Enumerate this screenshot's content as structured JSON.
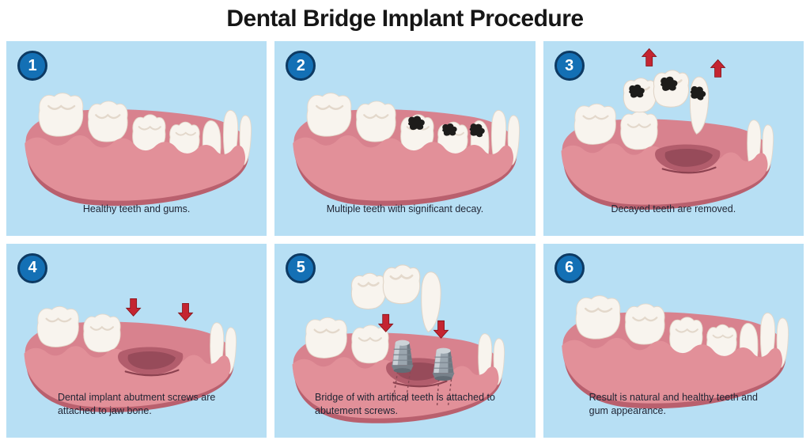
{
  "title": "Dental Bridge Implant Procedure",
  "steps": [
    {
      "number": "1",
      "caption": "Healthy teeth and gums.",
      "illustration": "healthy-teeth-and-gums"
    },
    {
      "number": "2",
      "caption": "Multiple teeth with significant decay.",
      "illustration": "teeth-with-decay-spots"
    },
    {
      "number": "3",
      "caption": "Decayed teeth are removed.",
      "illustration": "decayed-teeth-lifted-out-with-up-arrows"
    },
    {
      "number": "4",
      "caption": "Dental implant abutment screws are\nattached to jaw bone.",
      "illustration": "jaw-gap-with-down-arrows"
    },
    {
      "number": "5",
      "caption": "Bridge of with artifical teeth is attached to\nabutement screws.",
      "illustration": "bridge-lowered-onto-abutment-screws"
    },
    {
      "number": "6",
      "caption": "Result is natural and healthy teeth and\ngum appearance.",
      "illustration": "restored-healthy-teeth"
    }
  ],
  "colors": {
    "panel_background": "#b7dff4",
    "badge_fill": "#1470b5",
    "badge_ring": "#0d3a63",
    "badge_number": "#ffffff",
    "title_text": "#161616",
    "caption_text": "#1f2433",
    "gum_main": "#e29099",
    "gum_back": "#d8828e",
    "gum_shadow": "#b9606e",
    "extraction_site": "#b25d6c",
    "tooth": "#f8f4ee",
    "decay": "#1d1c1a",
    "arrow_red": "#c42531",
    "screw_metal": "#9aa5ae"
  }
}
